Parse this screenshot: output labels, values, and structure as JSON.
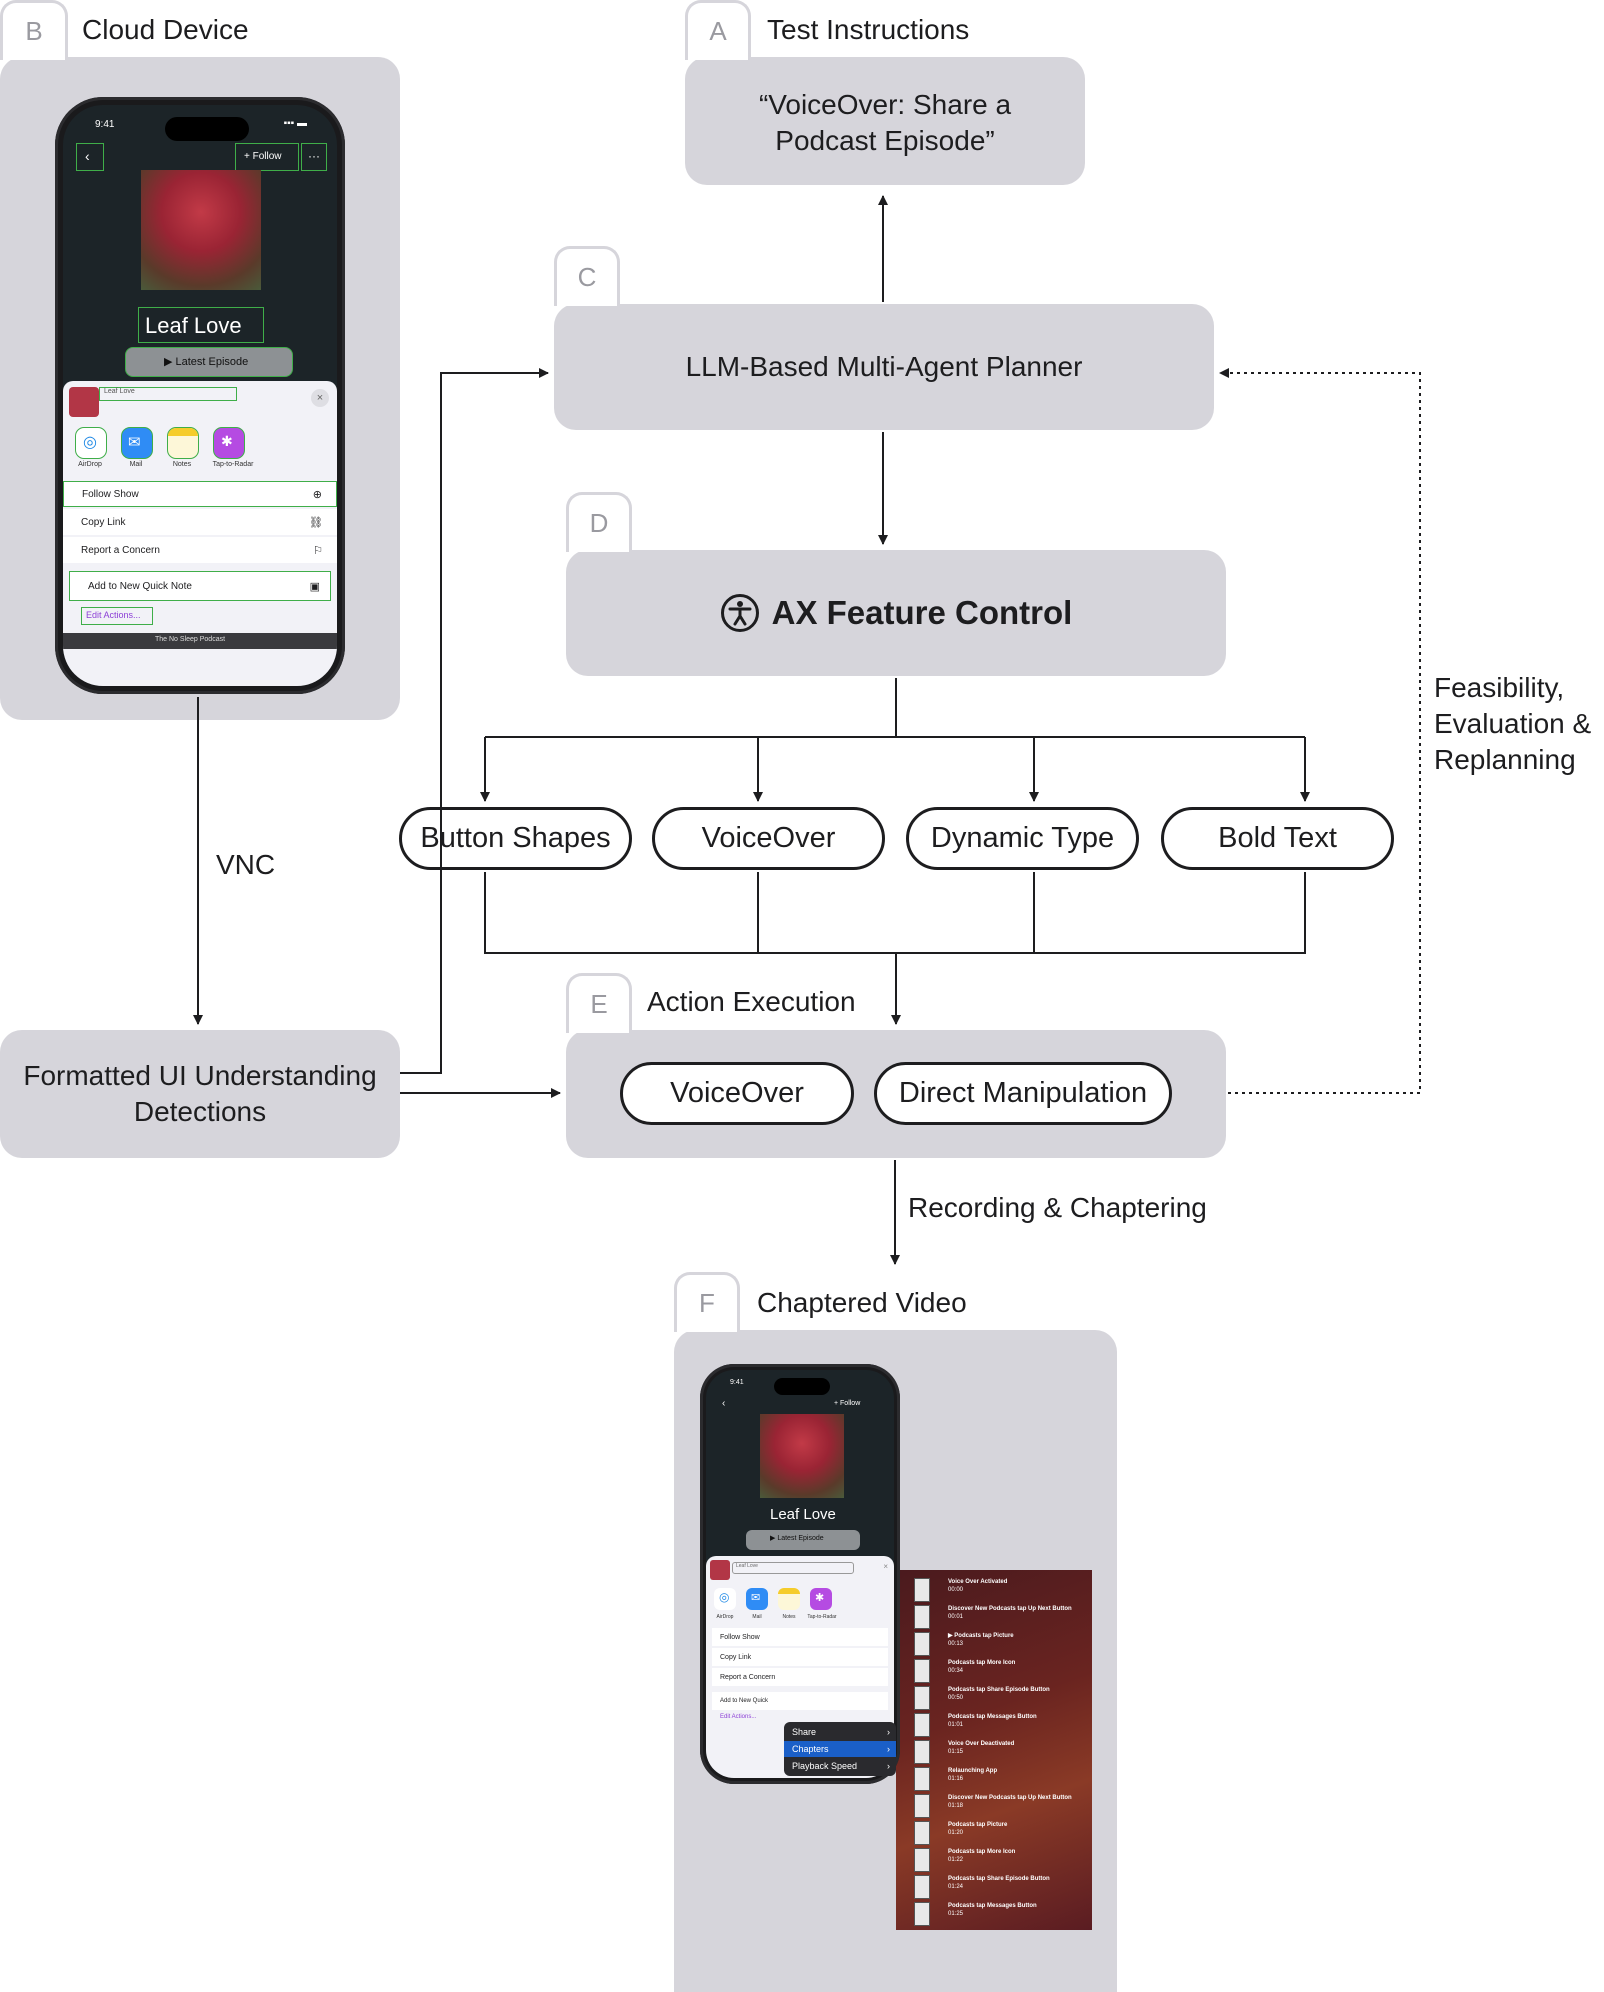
{
  "panels": {
    "A": {
      "letter": "A",
      "title": "Test Instructions",
      "text": "“VoiceOver: Share a Podcast Episode”"
    },
    "B": {
      "letter": "B",
      "title": "Cloud Device"
    },
    "C": {
      "letter": "C",
      "text": "LLM-Based Multi-Agent Planner"
    },
    "D": {
      "letter": "D",
      "text": "AX Feature Control",
      "icon": "accessibility-icon"
    },
    "E": {
      "letter": "E",
      "title": "Action Execution",
      "items": [
        "VoiceOver",
        "Direct Manipulation"
      ]
    },
    "F": {
      "letter": "F",
      "title": "Chaptered Video"
    }
  },
  "features": [
    "Button Shapes",
    "VoiceOver",
    "Dynamic Type",
    "Bold Text"
  ],
  "formatted_ui": "Formatted UI Understanding Detections",
  "labels": {
    "vnc": "VNC",
    "recording": "Recording & Chaptering",
    "feedback": "Feasibility, Evaluation & Replanning"
  },
  "phone": {
    "time": "9:41",
    "follow": "+ Follow",
    "episode_title": "Leaf Love",
    "latest_episode": "▶ Latest Episode",
    "search_text": "Leaf Love",
    "apps": [
      "AirDrop",
      "Mail",
      "Notes",
      "Tap-to-Radar"
    ],
    "actions": [
      "Follow Show",
      "Copy Link",
      "Report a Concern",
      "Add to New Quick Note"
    ],
    "edit_actions": "Edit Actions...",
    "footer": "The No Sleep Podcast"
  },
  "video_phone": {
    "time": "9:41",
    "follow": "+ Follow",
    "episode_title": "Leaf Love",
    "latest_episode": "▶ Latest Episode",
    "search_text": "Leaf Love",
    "apps": [
      "AirDrop",
      "Mail",
      "Notes",
      "Tap-to-Radar"
    ],
    "actions": [
      "Follow Show",
      "Copy Link",
      "Report a Concern",
      "Add to New Quick"
    ],
    "edit_actions": "Edit Actions...",
    "menu": [
      "Share",
      "Chapters",
      "Playback Speed"
    ],
    "chapters": [
      {
        "title": "Voice Over Activated",
        "time": "00:00"
      },
      {
        "title": "Discover New Podcasts tap Up Next Button",
        "time": "00:01"
      },
      {
        "title": "▶ Podcasts tap Picture",
        "time": "00:13"
      },
      {
        "title": "Podcasts tap More Icon",
        "time": "00:34"
      },
      {
        "title": "Podcasts tap Share Episode Button",
        "time": "00:50"
      },
      {
        "title": "Podcasts tap Messages Button",
        "time": "01:01"
      },
      {
        "title": "Voice Over Deactivated",
        "time": "01:15"
      },
      {
        "title": "Relaunching App",
        "time": "01:16"
      },
      {
        "title": "Discover New Podcasts tap Up Next Button",
        "time": "01:18"
      },
      {
        "title": "Podcasts tap Picture",
        "time": "01:20"
      },
      {
        "title": "Podcasts tap More Icon",
        "time": "01:22"
      },
      {
        "title": "Podcasts tap Share Episode Button",
        "time": "01:24"
      },
      {
        "title": "Podcasts tap Messages Button",
        "time": "01:25"
      }
    ]
  },
  "colors": {
    "panel": "#d6d5db",
    "ink": "#1d1d1f",
    "detection_box": "#3fae49"
  }
}
